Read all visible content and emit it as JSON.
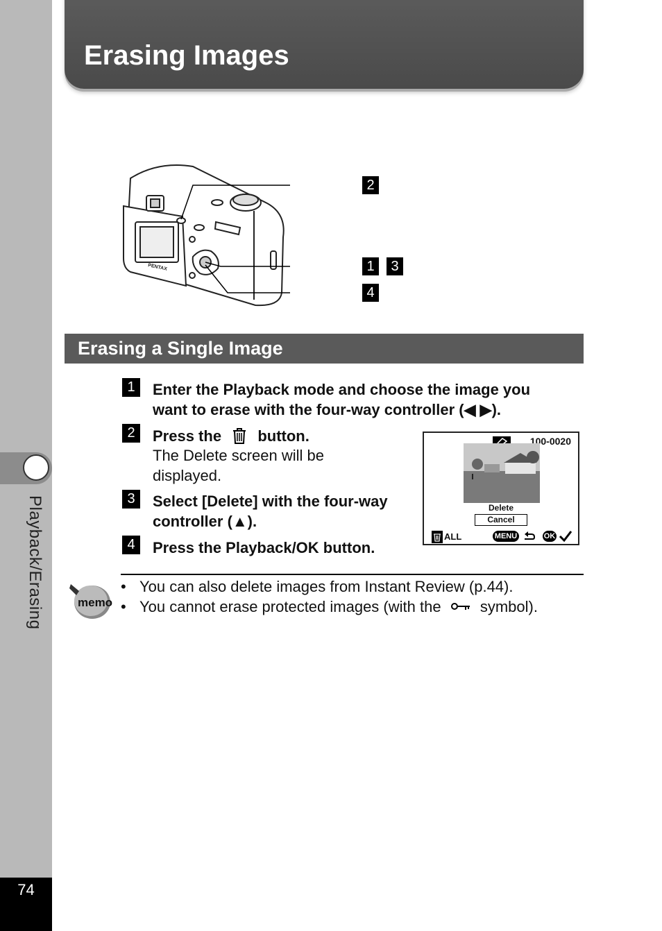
{
  "sidebar": {
    "section_label": "Playback/Erasing",
    "page_number": "74"
  },
  "header": {
    "title": "Erasing Images"
  },
  "diagram": {
    "callouts": [
      "2",
      "1",
      "3",
      "4"
    ],
    "camera_brand": "PENTAX"
  },
  "section": {
    "title": "Erasing a Single Image"
  },
  "steps": [
    {
      "num": "1",
      "text_line1": "Enter the Playback mode and choose the image you",
      "text_line2": "want to erase with the four-way controller (◀ ▶)."
    },
    {
      "num": "2",
      "pre": "Press the",
      "post": "button.",
      "sub_line1": "The Delete screen will be",
      "sub_line2": "displayed."
    },
    {
      "num": "3",
      "text_line1": "Select [Delete] with the four-way",
      "text_line2": "controller (▲)."
    },
    {
      "num": "4",
      "text_line1": "Press the Playback/OK button."
    }
  ],
  "screen": {
    "file_number": "100-0020",
    "option_delete": "Delete",
    "option_cancel": "Cancel",
    "all_label": "ALL",
    "menu_label": "MENU",
    "ok_label": "OK"
  },
  "memo": {
    "label": "memo",
    "items": [
      "You can also delete images from Instant Review (p.44).",
      {
        "pre": "You cannot erase protected images (with the",
        "post": "symbol)."
      }
    ],
    "bullet": "•"
  }
}
